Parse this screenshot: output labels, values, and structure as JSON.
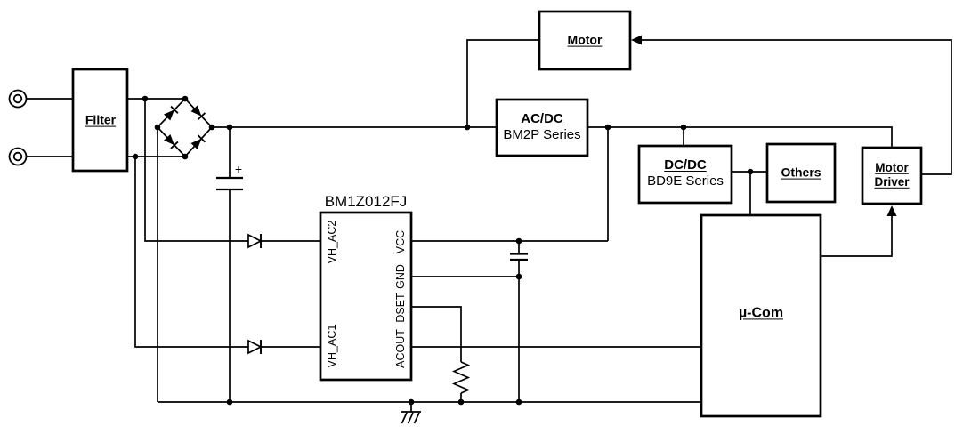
{
  "colors": {
    "ink": "#000000",
    "background": "#ffffff"
  },
  "blocks": {
    "filter": {
      "label": "Filter"
    },
    "motor": {
      "label": "Motor"
    },
    "acdc": {
      "label": "AC/DC",
      "sublabel": "BM2P Series"
    },
    "dcdc": {
      "label": "DC/DC",
      "sublabel": "BD9E Series"
    },
    "others": {
      "label": "Others"
    },
    "motor_driver": {
      "line1": "Motor",
      "line2": "Driver"
    },
    "ucom": {
      "label": "µ-Com"
    }
  },
  "ic": {
    "title": "BM1Z012FJ",
    "pins": {
      "vh_ac2": "VH_AC2",
      "vh_ac1": "VH_AC1",
      "vcc": "VCC",
      "gnd": "GND",
      "dset": "DSET",
      "acout": "ACOUT"
    }
  },
  "annotations": {
    "cap_plus": "+"
  }
}
